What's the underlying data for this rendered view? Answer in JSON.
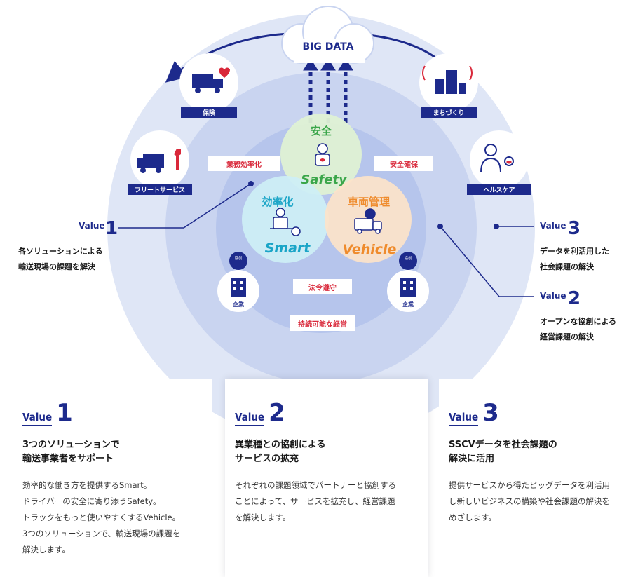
{
  "diagram": {
    "cloud": "BIG DATA",
    "circles": {
      "safety": {
        "jp": "安全",
        "en": "Safety"
      },
      "smart": {
        "jp": "効率化",
        "en": "Smart"
      },
      "vehicle": {
        "jp": "車両管理",
        "en": "Vehicle"
      }
    },
    "labels": {
      "efficiency": "業務効率化",
      "safety_assurance": "安全確保",
      "compliance": "法令遵守",
      "sustainable": "持続可能な経営"
    },
    "partners": {
      "insurance": "保険",
      "fleet": "フリートサービス",
      "town": "まちづくり",
      "health": "ヘルスケア"
    },
    "companies": {
      "left_badge": "協創",
      "left_label": "企業",
      "right_badge": "協創",
      "right_label": "企業"
    },
    "callouts": {
      "v1": {
        "word": "Value",
        "num": "1",
        "line1": "各ソリューションによる",
        "line2": "輸送現場の課題を解決"
      },
      "v2": {
        "word": "Value",
        "num": "2",
        "line1": "オープンな協創による",
        "line2": "経営課題の解決"
      },
      "v3": {
        "word": "Value",
        "num": "3",
        "line1": "データを利活用した",
        "line2": "社会課題の解決"
      }
    },
    "colors": {
      "navy": "#1d2a8c",
      "red": "#d9283a",
      "outer_ring": "#dfe6f6",
      "middle_ring": "#c9d4f0",
      "inner_ring": "#b4c3ea",
      "safety_green": "#dff1d4",
      "smart_blue": "#cdeef6",
      "vehicle_orange": "#fde3c9"
    }
  },
  "cards": [
    {
      "word": "Value",
      "num": "1",
      "heading": [
        "3つのソリューションで",
        "輸送事業者をサポート"
      ],
      "body": [
        "効率的な働き方を提供するSmart。",
        "ドライバーの安全に寄り添うSafety。",
        "トラックをもっと使いやすくするVehicle。",
        "3つのソリューションで、輸送現場の課題を",
        "解決します。"
      ]
    },
    {
      "word": "Value",
      "num": "2",
      "heading": [
        "異業種との協創による",
        "サービスの拡充"
      ],
      "body": [
        "それぞれの課題領域でパートナーと協創する",
        "ことによって、サービスを拡充し、経営課題",
        "を解決します。"
      ]
    },
    {
      "word": "Value",
      "num": "3",
      "heading": [
        "SSCVデータを社会課題の",
        "解決に活用"
      ],
      "body": [
        "提供サービスから得たビッグデータを利活用",
        "し新しいビジネスの構築や社会課題の解決を",
        "めざします。"
      ]
    }
  ]
}
